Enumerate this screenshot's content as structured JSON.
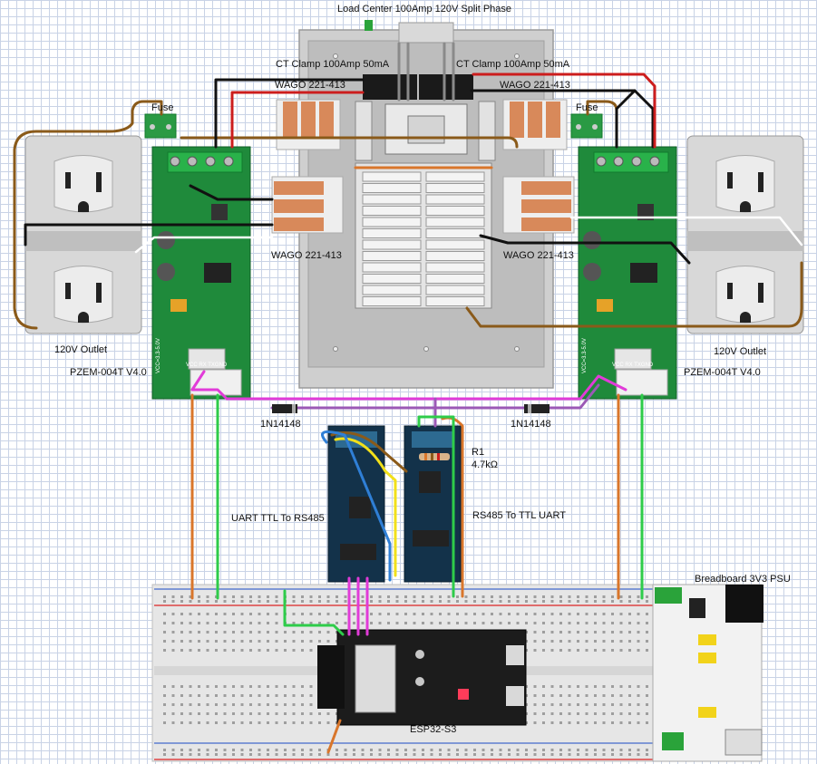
{
  "labels": {
    "load_center": "Load Center 100Amp 120V Split Phase",
    "ct_left": "CT Clamp 100Amp 50mA",
    "ct_right": "CT Clamp 100Amp 50mA",
    "wago_top_left": "WAGO 221-413",
    "wago_top_right": "WAGO 221-413",
    "wago_mid_left": "WAGO 221-413",
    "wago_mid_right": "WAGO 221-413",
    "fuse_left": "Fuse",
    "fuse_right": "Fuse",
    "outlet_left": "120V Outlet",
    "outlet_right": "120V Outlet",
    "pzem_left": "PZEM-004T V4.0",
    "pzem_right": "PZEM-004T V4.0",
    "diode_left": "1N14148",
    "diode_right": "1N14148",
    "resistor_name": "R1",
    "resistor_value": "4.7kΩ",
    "ttl_to_rs485": "UART TTL To RS485",
    "rs485_to_ttl": "RS485 To TTL UART",
    "breadboard_psu": "Breadboard 3V3 PSU",
    "esp32": "ESP32-S3",
    "pzem_pins": "VCC RX TXGND",
    "pzem_side": "VCC=3.3-5.0V"
  },
  "colors": {
    "pcb_green": "#1f8a3b",
    "pcb_dark": "#13324a",
    "wago_orange": "#d8895a",
    "panel_grey": "#c9c9c9",
    "wire_magenta": "#e13bd8",
    "wire_purple": "#9b59b6",
    "wire_orange": "#d9762b",
    "wire_green": "#2ecc4a",
    "wire_black": "#111111",
    "wire_red": "#cc1d1d",
    "wire_brown": "#8a5a1a",
    "wire_yellow": "#f2e01a",
    "wire_blue": "#2f7fd6"
  }
}
